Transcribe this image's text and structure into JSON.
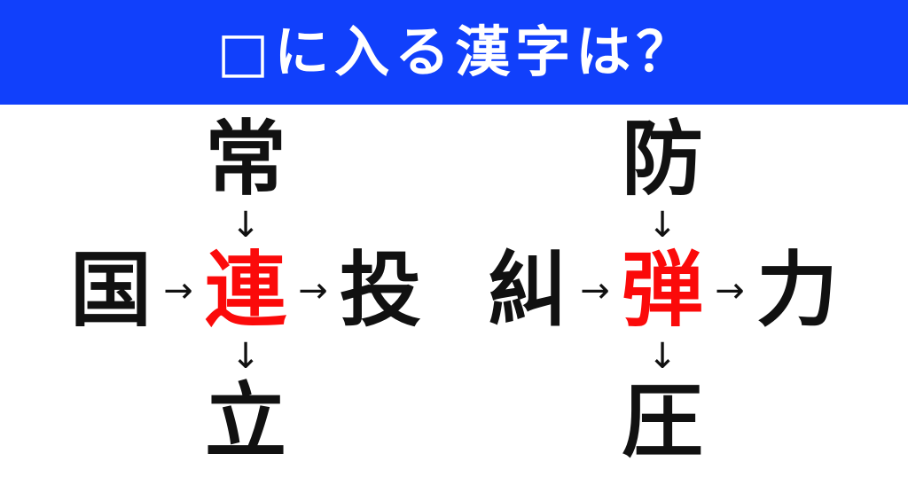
{
  "header": {
    "title": "□に入る漢字は？",
    "background_color": "#1140fb",
    "text_color": "#ffffff"
  },
  "colors": {
    "banner_blue": "#1140fb",
    "answer_red": "#fb0a0a",
    "kanji_black": "#111111",
    "page_background": "#ffffff"
  },
  "icons": {
    "arrow_right": "→",
    "arrow_down": "↓"
  },
  "puzzles": [
    {
      "id": "left",
      "top": "常",
      "left": "国",
      "center": "連",
      "right": "投",
      "bottom": "立",
      "center_is_answer": true,
      "arrow_top": "↓",
      "arrow_bottom": "↓",
      "arrow_left": "→",
      "arrow_right": "→"
    },
    {
      "id": "right",
      "top": "防",
      "left": "糾",
      "center": "弾",
      "right": "力",
      "bottom": "圧",
      "center_is_answer": true,
      "arrow_top": "↓",
      "arrow_bottom": "↓",
      "arrow_left": "→",
      "arrow_right": "→"
    }
  ]
}
